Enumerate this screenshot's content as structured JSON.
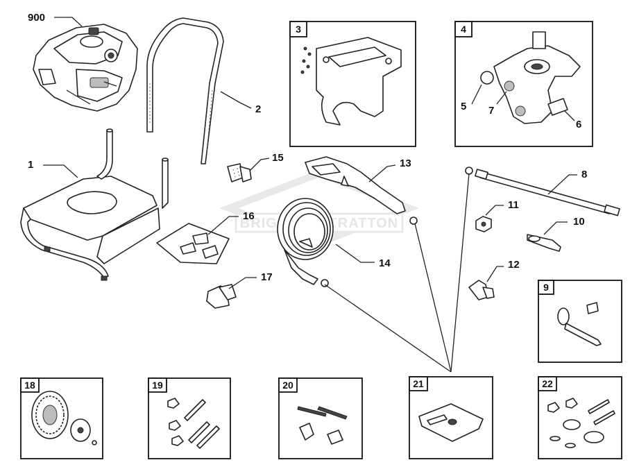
{
  "diagram": {
    "watermark": "BRIGGS & STRATTON",
    "callouts": [
      "900",
      "1",
      "2",
      "5",
      "6",
      "7",
      "8",
      "10",
      "11",
      "12",
      "13",
      "14",
      "15",
      "16",
      "17"
    ],
    "boxed_parts": [
      "3",
      "4",
      "9",
      "18",
      "19",
      "20",
      "21",
      "22"
    ]
  }
}
